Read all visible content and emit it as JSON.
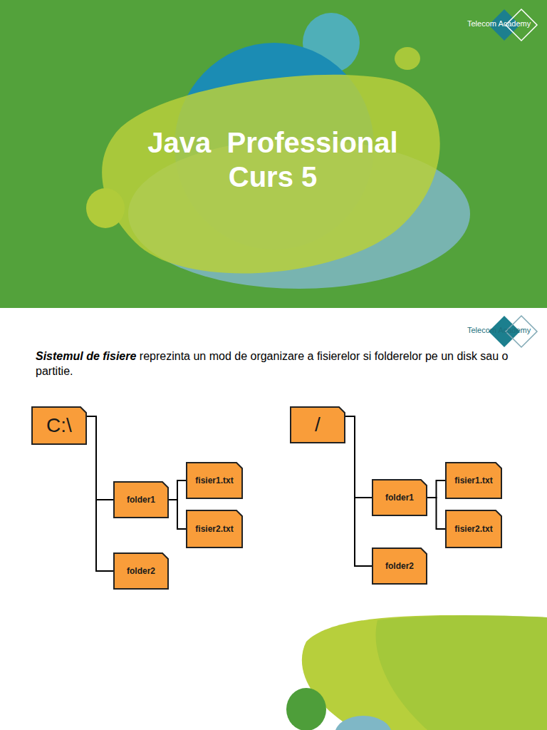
{
  "diagram": {
    "title": "Java  Professional Curs 5",
    "nodes": [
      {
        "text": [
          "C:\\"
        ]
      },
      {
        "text": [
          "folder1"
        ]
      },
      {
        "text": [
          "fisier1.txt"
        ]
      },
      {
        "text": [
          "fisier2.txt"
        ]
      },
      {
        "text": [
          "folder2"
        ]
      },
      {
        "text": [
          "/"
        ]
      },
      {
        "text": [
          "folder1"
        ]
      },
      {
        "text": [
          "fisier1.txt"
        ]
      },
      {
        "text": [
          "fisier2.txt"
        ]
      },
      {
        "text": [
          "folder2"
        ]
      }
    ],
    "edges": [
      {
        "from": 0,
        "to": 1,
        "arrow": "none"
      },
      {
        "from": 0,
        "to": 4,
        "arrow": "none"
      },
      {
        "from": 1,
        "to": 2,
        "arrow": "none"
      },
      {
        "from": 1,
        "to": 3,
        "arrow": "none"
      },
      {
        "from": 5,
        "to": 6,
        "arrow": "none"
      },
      {
        "from": 5,
        "to": 9,
        "arrow": "none"
      },
      {
        "from": 6,
        "to": 7,
        "arrow": "none"
      },
      {
        "from": 6,
        "to": 8,
        "arrow": "none"
      }
    ],
    "labels": [
      "Telecom Academy",
      "Telecom Academy",
      "Sistemul de fisiere",
      "reprezinta un mod de organizare a fisierelor si folderelor pe un disk sau o partitie."
    ]
  }
}
